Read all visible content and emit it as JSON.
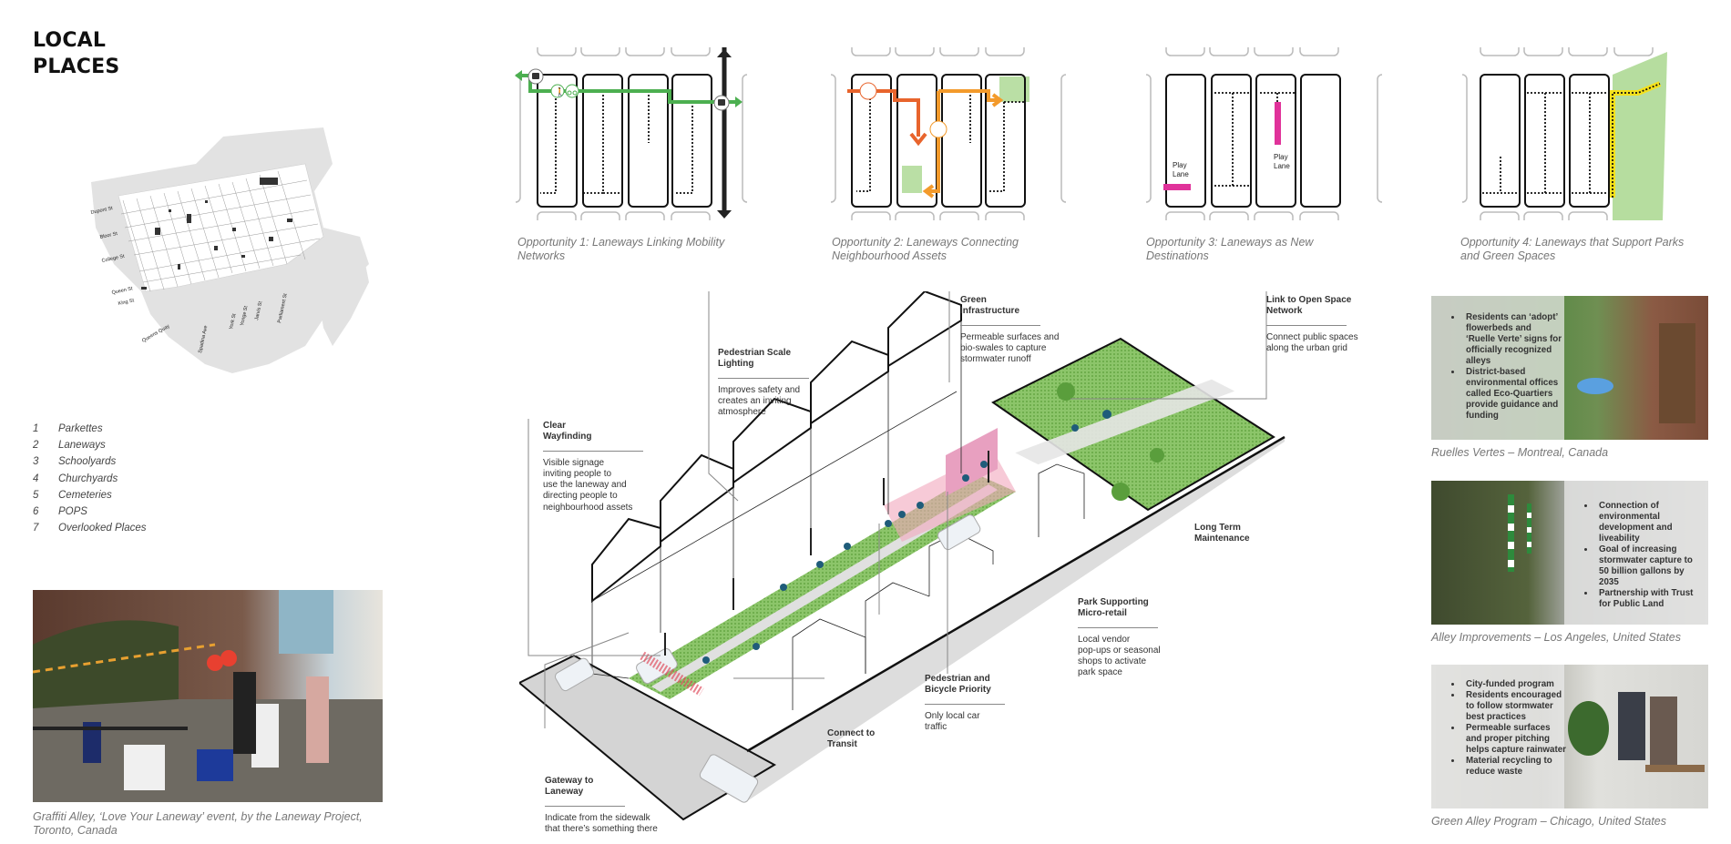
{
  "page": {
    "title_line1": "LOCAL",
    "title_line2": "PLACES"
  },
  "map": {
    "street_labels": [
      "Dupont St",
      "Bloor St",
      "College St",
      "Queen St",
      "King St",
      "Queens Quay",
      "Spadina Ave",
      "York St",
      "Yonge St",
      "Jarvis St",
      "Parliament St"
    ]
  },
  "legend": [
    {
      "num": "1",
      "label": "Parkettes"
    },
    {
      "num": "2",
      "label": "Laneways"
    },
    {
      "num": "3",
      "label": "Schoolyards"
    },
    {
      "num": "4",
      "label": "Churchyards"
    },
    {
      "num": "5",
      "label": "Cemeteries"
    },
    {
      "num": "6",
      "label": "POPS"
    },
    {
      "num": "7",
      "label": "Overlooked Places"
    }
  ],
  "main_photo": {
    "caption_line1": "Graffiti Alley, ‘Love Your Laneway’ event, by the Laneway Project,",
    "caption_line2": "Toronto, Canada"
  },
  "opportunities": [
    {
      "line1": "Opportunity 1: Laneways Linking Mobility",
      "line2": "Networks"
    },
    {
      "line1": "Opportunity 2: Laneways Connecting",
      "line2": "Neighbourhood Assets"
    },
    {
      "line1": "Opportunity 3: Laneways as New",
      "line2": "Destinations",
      "play_lane_label_1": "Play",
      "play_lane_label_2": "Lane"
    },
    {
      "line1": "Opportunity 4: Laneways that Support Parks",
      "line2": "and Green Spaces"
    }
  ],
  "colors": {
    "mobility_green": "#4caf50",
    "assets_orange_red": "#e8642c",
    "assets_orange": "#f39a2b",
    "play_magenta": "#e0329a",
    "park_yellow": "#f5e11b",
    "park_green": "#a9d78e",
    "diagram_green": "#7cbf5c",
    "people_blue": "#1f5c7a"
  },
  "callouts": {
    "wayfinding": {
      "title1": "Clear",
      "title2": "Wayfinding",
      "body": [
        "Visible signage",
        "inviting people to",
        "use the laneway and",
        "directing people to",
        "neighbourhood assets"
      ]
    },
    "lighting": {
      "title1": "Pedestrian Scale",
      "title2": "Lighting",
      "body": [
        "Improves safety and",
        "creates an inviting",
        "atmosphere"
      ]
    },
    "green_infra": {
      "title1": "Green",
      "title2": "Infrastructure",
      "body": [
        "Permeable surfaces and",
        "bio-swales to capture",
        "stormwater runoff"
      ]
    },
    "open_space": {
      "title1": "Link to Open Space",
      "title2": "Network",
      "body": [
        "Connect public spaces",
        "along the urban grid"
      ]
    },
    "maintenance": {
      "title1": "Long Term",
      "title2": "Maintenance"
    },
    "micro_retail": {
      "title1": "Park Supporting",
      "title2": "Micro-retail",
      "body": [
        "Local vendor",
        "pop-ups or seasonal",
        "shops to activate",
        "park space"
      ]
    },
    "ped_bike": {
      "title1": "Pedestrian and",
      "title2": "Bicycle Priority",
      "body": [
        "Only local car",
        "traffic"
      ]
    },
    "transit": {
      "title1": "Connect to",
      "title2": "Transit"
    },
    "gateway": {
      "title1": "Gateway to",
      "title2": "Laneway",
      "body": [
        "Indicate from the sidewalk",
        "that there’s something there"
      ]
    }
  },
  "case_studies": [
    {
      "caption": "Ruelles Vertes – Montreal, Canada",
      "bullets": [
        "Residents can ‘adopt’ flowerbeds and ‘Ruelle Verte’ signs for officially recognized alleys",
        "District-based environmental offices called Eco-Quartiers provide guidance and funding"
      ]
    },
    {
      "caption": "Alley Improvements – Los Angeles, United States",
      "bullets": [
        "Connection of environmental development and liveability",
        "Goal of increasing stormwater capture to 50 billion gallons by 2035",
        "Partnership with Trust for Public Land"
      ]
    },
    {
      "caption": "Green Alley Program – Chicago, United States",
      "bullets": [
        "City-funded program",
        "Residents encouraged to follow stormwater best practices",
        "Permeable surfaces and proper pitching helps capture rainwater",
        "Material recycling to reduce waste"
      ]
    }
  ]
}
